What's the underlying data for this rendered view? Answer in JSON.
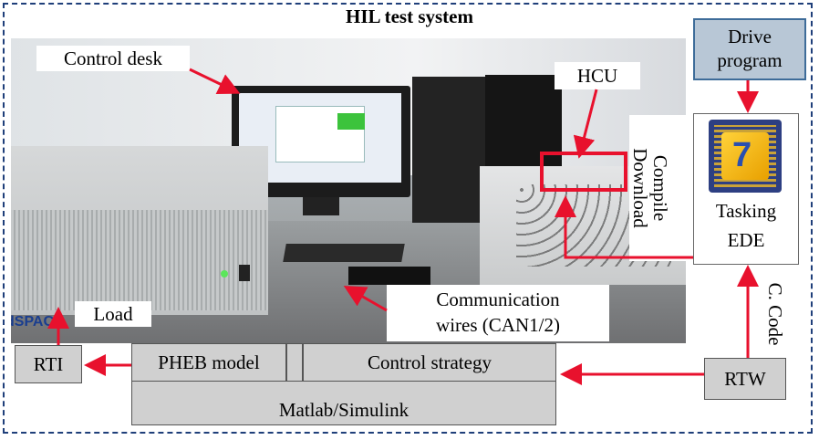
{
  "title": "HIL test system",
  "labels": {
    "control_desk": "Control desk",
    "hcu": "HCU",
    "load": "Load",
    "comm_wires_line1": "Communication",
    "comm_wires_line2": "wires (CAN1/2)",
    "compile": "Compile",
    "download": "Download",
    "c_code": "C. Code",
    "drive_program_line1": "Drive",
    "drive_program_line2": "program",
    "tasking_line1": "Tasking",
    "tasking_line2": "EDE",
    "rti": "RTI",
    "rtw": "RTW",
    "pheb_model": "PHEB model",
    "control_strategy": "Control strategy",
    "matlab_simulink": "Matlab/Simulink",
    "dspace_fragment": "dSPAC"
  },
  "colors": {
    "arrow": "#e8112d",
    "border_dash": "#1f3f7a",
    "drive_box_fill": "#b8c7d6",
    "gray_box": "#d0d0d0"
  }
}
